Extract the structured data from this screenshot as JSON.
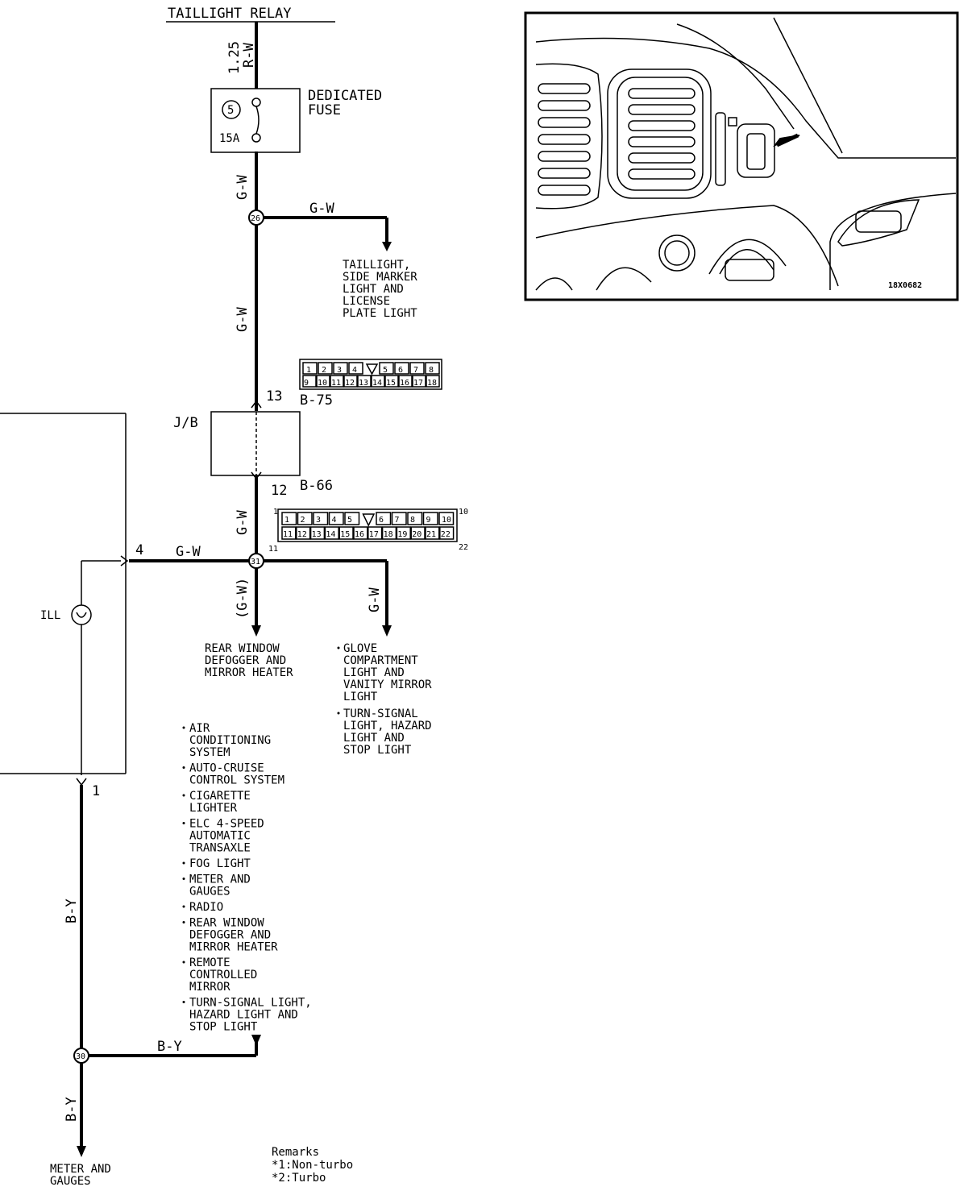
{
  "colors": {
    "ink": "#000000",
    "paper": "#ffffff"
  },
  "top": {
    "relay": "TAILLIGHT RELAY",
    "wire_size": "1.25",
    "wire_color": "R-W"
  },
  "fuse": {
    "label_line1": "DEDICATED",
    "label_line2": "FUSE",
    "number": "5",
    "rating": "15A"
  },
  "wire_gw": "G-W",
  "wire_gw_paren": "(G-W)",
  "wire_by": "B-Y",
  "j26": "26",
  "j31": "31",
  "j30": "30",
  "taillight_dest": [
    "TAILLIGHT,",
    "SIDE MARKER",
    "LIGHT AND",
    "LICENSE",
    "PLATE LIGHT"
  ],
  "jb": {
    "label": "J/B",
    "pin_top": "13",
    "conn_top": "B-75",
    "pin_bottom": "12",
    "conn_bottom": "B-66"
  },
  "conn_b75": {
    "row1": [
      "1",
      "2",
      "3",
      "4",
      "",
      "5",
      "6",
      "7",
      "8"
    ],
    "row2": [
      "9",
      "10",
      "11",
      "12",
      "13",
      "14",
      "15",
      "16",
      "17",
      "18"
    ]
  },
  "conn_b66": {
    "row1": [
      "1",
      "2",
      "3",
      "4",
      "5",
      "",
      "6",
      "7",
      "8",
      "9",
      "10"
    ],
    "row2": [
      "11",
      "12",
      "13",
      "14",
      "15",
      "16",
      "17",
      "18",
      "19",
      "20",
      "21",
      "22"
    ],
    "end_tl": "1",
    "end_tr": "10",
    "end_bl": "11",
    "end_br": "22"
  },
  "left_pin4": "4",
  "left_pin1": "1",
  "ill": "ILL",
  "rear_defogger": [
    "REAR WINDOW",
    "DEFOGGER AND",
    "MIRROR HEATER"
  ],
  "glove_list": [
    [
      "GLOVE",
      "COMPARTMENT",
      "LIGHT AND",
      "VANITY MIRROR",
      "LIGHT"
    ],
    [
      "TURN-SIGNAL",
      "LIGHT, HAZARD",
      "LIGHT AND",
      "STOP LIGHT"
    ]
  ],
  "system_list": [
    [
      "AIR",
      "CONDITIONING",
      "SYSTEM"
    ],
    [
      "AUTO-CRUISE",
      "CONTROL SYSTEM"
    ],
    [
      "CIGARETTE",
      "LIGHTER"
    ],
    [
      "ELC 4-SPEED",
      "AUTOMATIC",
      "TRANSAXLE"
    ],
    [
      "FOG LIGHT"
    ],
    [
      "METER AND",
      "GAUGES"
    ],
    [
      "RADIO"
    ],
    [
      "REAR WINDOW",
      "DEFOGGER AND",
      "MIRROR HEATER"
    ],
    [
      "REMOTE",
      "CONTROLLED",
      "MIRROR"
    ],
    [
      "TURN-SIGNAL LIGHT,",
      "HAZARD LIGHT AND",
      "STOP LIGHT"
    ]
  ],
  "bottom_dest": [
    "METER AND",
    "GAUGES"
  ],
  "remarks": {
    "title": "Remarks",
    "r1": "*1:Non-turbo",
    "r2": "*2:Turbo"
  },
  "illustration": {
    "code": "18X0682"
  }
}
